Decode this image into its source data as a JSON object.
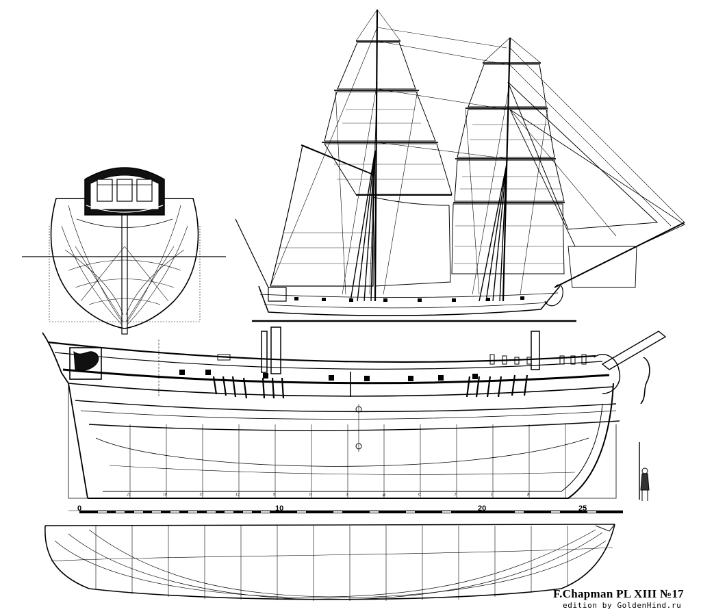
{
  "plate": {
    "title": "F.Chapman PL XIII  №17",
    "edition": "edition by GoldenHind.ru"
  },
  "scale": {
    "labels": [
      "0",
      "10",
      "20",
      "25"
    ]
  },
  "stations": {
    "labels": [
      "21",
      "18",
      "15",
      "12",
      "9",
      "6",
      "3",
      "⊕",
      "C",
      "F",
      "I",
      "K"
    ]
  },
  "colors": {
    "ink": "#000000",
    "paper": "#ffffff",
    "sail_hatch": "#222222"
  }
}
